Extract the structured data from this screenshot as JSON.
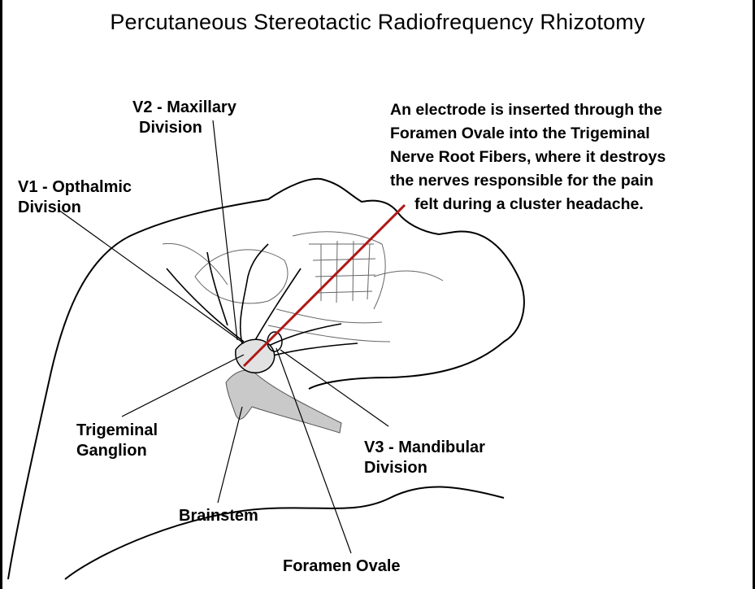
{
  "title": "Percutaneous Stereotactic Radiofrequency Rhizotomy",
  "labels": {
    "v2": [
      "V2 - Maxillary",
      "Division"
    ],
    "v1": [
      "V1 - Opthalmic",
      "Division"
    ],
    "trigeminal_ganglion": [
      "Trigeminal",
      "Ganglion"
    ],
    "v3": [
      "V3 - Mandibular",
      "Division"
    ],
    "brainstem": "Brainstem",
    "foramen_ovale": "Foramen Ovale"
  },
  "description": [
    "An electrode is inserted through the",
    "Foramen Ovale into the Trigeminal",
    "Nerve Root Fibers, where it destroys",
    "the nerves responsible for the pain",
    "felt during a cluster headache."
  ],
  "colors": {
    "electrode": "#b01818",
    "brainstem_fill": "#c9c9c9",
    "line": "#000000"
  }
}
